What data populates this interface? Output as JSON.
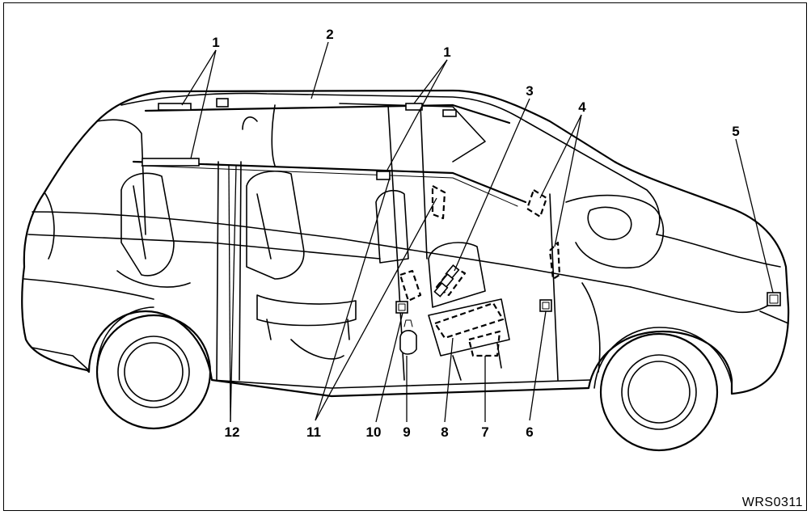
{
  "figure_code": "WRS0311",
  "callouts": [
    {
      "id": "c1a",
      "text": "1"
    },
    {
      "id": "c1b",
      "text": "1"
    },
    {
      "id": "c2",
      "text": "2"
    },
    {
      "id": "c3",
      "text": "3"
    },
    {
      "id": "c4",
      "text": "4"
    },
    {
      "id": "c5",
      "text": "5"
    },
    {
      "id": "c6",
      "text": "6"
    },
    {
      "id": "c7",
      "text": "7"
    },
    {
      "id": "c8",
      "text": "8"
    },
    {
      "id": "c9",
      "text": "9"
    },
    {
      "id": "c10",
      "text": "10"
    },
    {
      "id": "c11",
      "text": "11"
    },
    {
      "id": "c12",
      "text": "12"
    }
  ]
}
